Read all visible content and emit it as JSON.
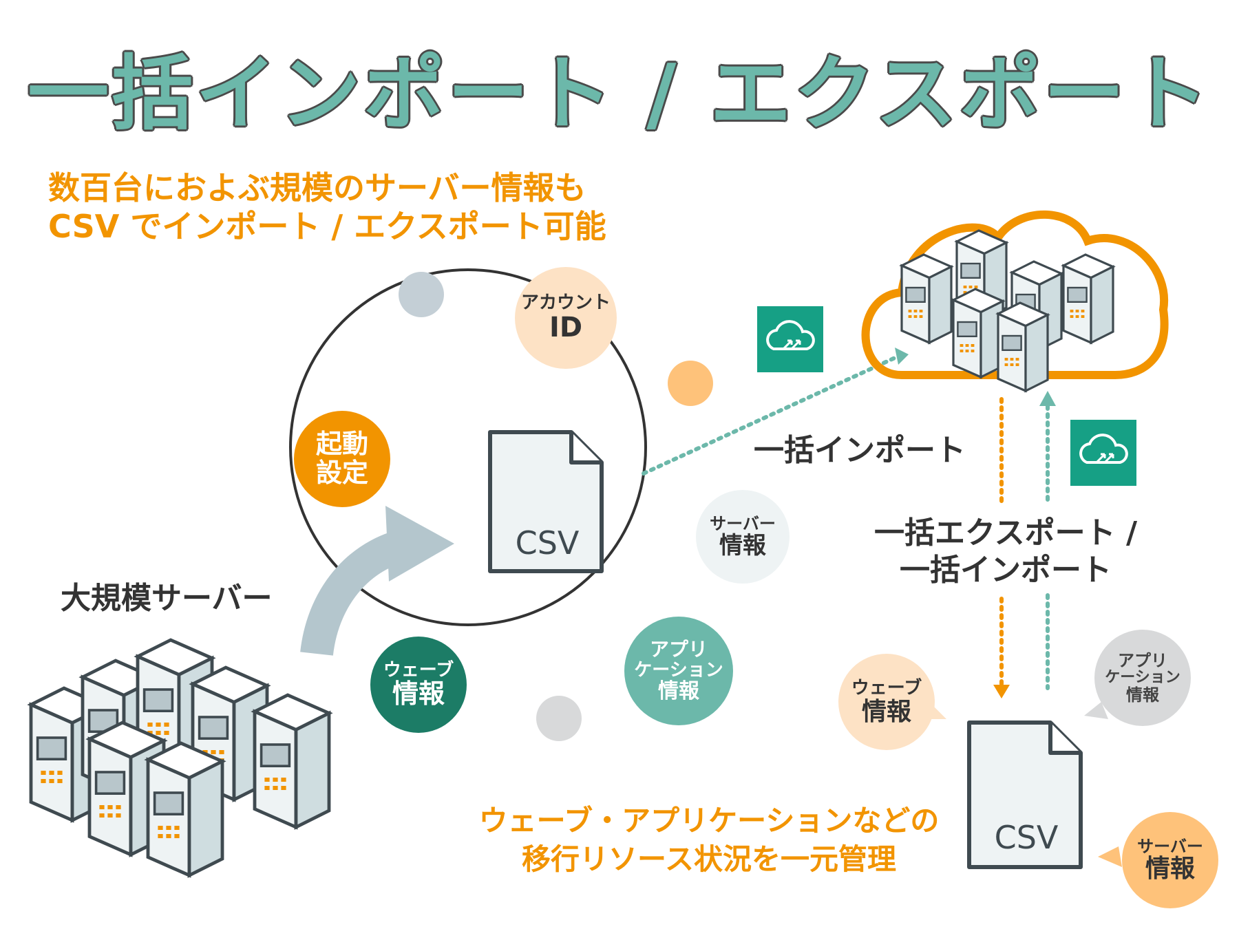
{
  "title": "一括インポート / エクスポート",
  "subtitle": [
    "数百台におよぶ規模のサーバー情報も",
    "CSV でインポート / エクスポート可能"
  ],
  "left": {
    "server_label": "大規模サーバー"
  },
  "ring": {
    "center_file": "CSV",
    "nodes": [
      {
        "id": "account",
        "line1": "アカウント",
        "line2": "ID"
      },
      {
        "id": "boot",
        "line1": "起動",
        "line2": "設定"
      },
      {
        "id": "server",
        "line1": "サーバー",
        "line2": "情報"
      },
      {
        "id": "web",
        "line1": "ウェーブ",
        "line2": "情報"
      },
      {
        "id": "app",
        "line1": "アプリ",
        "line2": "ケーション",
        "line3": "情報"
      }
    ]
  },
  "right": {
    "import_label": "一括インポート",
    "export_import_label": [
      "一括エクスポート /",
      "一括インポート"
    ],
    "file_label": "CSV",
    "bubbles": [
      {
        "id": "web",
        "line1": "ウェーブ",
        "line2": "情報"
      },
      {
        "id": "app",
        "line1": "アプリ",
        "line2": "ケーション",
        "line3": "情報"
      },
      {
        "id": "server",
        "line1": "サーバー",
        "line2": "情報"
      }
    ]
  },
  "bottom_note": [
    "ウェーブ・アプリケーションなどの",
    "移行リソース状況を一元管理"
  ],
  "icons": [
    "cloud-upload-icon",
    "csv-file-icon",
    "server-rack-icon",
    "cloud-icon"
  ],
  "colors": {
    "teal": "#6cb8aa",
    "orange": "#f29400",
    "dark_teal": "#1c7c66",
    "gray": "#4a4a4a"
  }
}
